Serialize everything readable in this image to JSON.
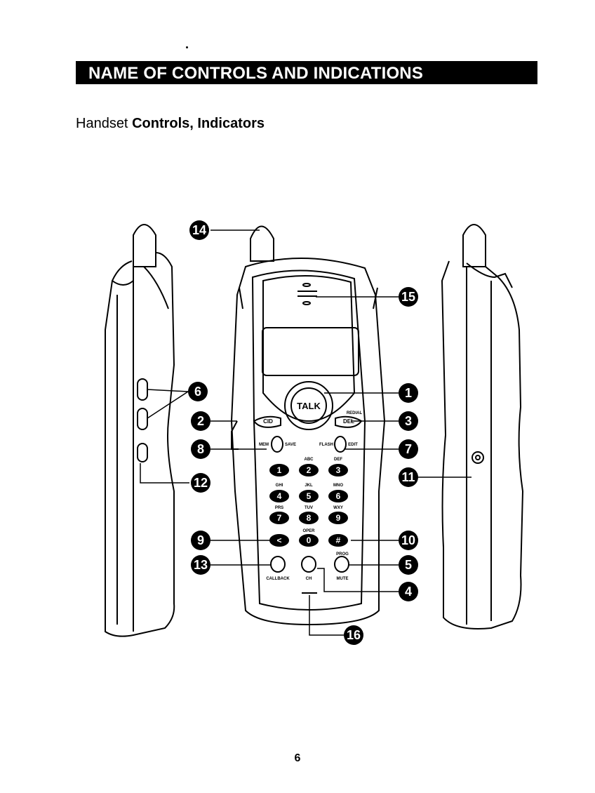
{
  "header": {
    "title": "NAME OF CONTROLS AND INDICATIONS"
  },
  "section": {
    "title_regular": "Handset",
    "title_bold": "Controls, Indicators"
  },
  "page": {
    "number": "6"
  },
  "callouts": [
    "1",
    "2",
    "3",
    "4",
    "5",
    "6",
    "7",
    "8",
    "9",
    "10",
    "11",
    "12",
    "13",
    "14",
    "15",
    "16"
  ],
  "keys": {
    "talk": "TALK",
    "cid": "CID",
    "del": "DEL",
    "redial": "REDIAL",
    "mem": "MEM",
    "save": "SAVE",
    "flash": "FLASH",
    "edit": "EDIT",
    "digits": [
      "1",
      "2",
      "3",
      "4",
      "5",
      "6",
      "7",
      "8",
      "9",
      "0"
    ],
    "letters": [
      "ABC",
      "DEF",
      "GHI",
      "JKL",
      "MNO",
      "PRS",
      "TUV",
      "WXY",
      "OPER"
    ],
    "star": "<",
    "hash": "#",
    "prog": "PROG",
    "callback": "CALLBACK",
    "ch": "CH",
    "mute": "MUTE"
  }
}
